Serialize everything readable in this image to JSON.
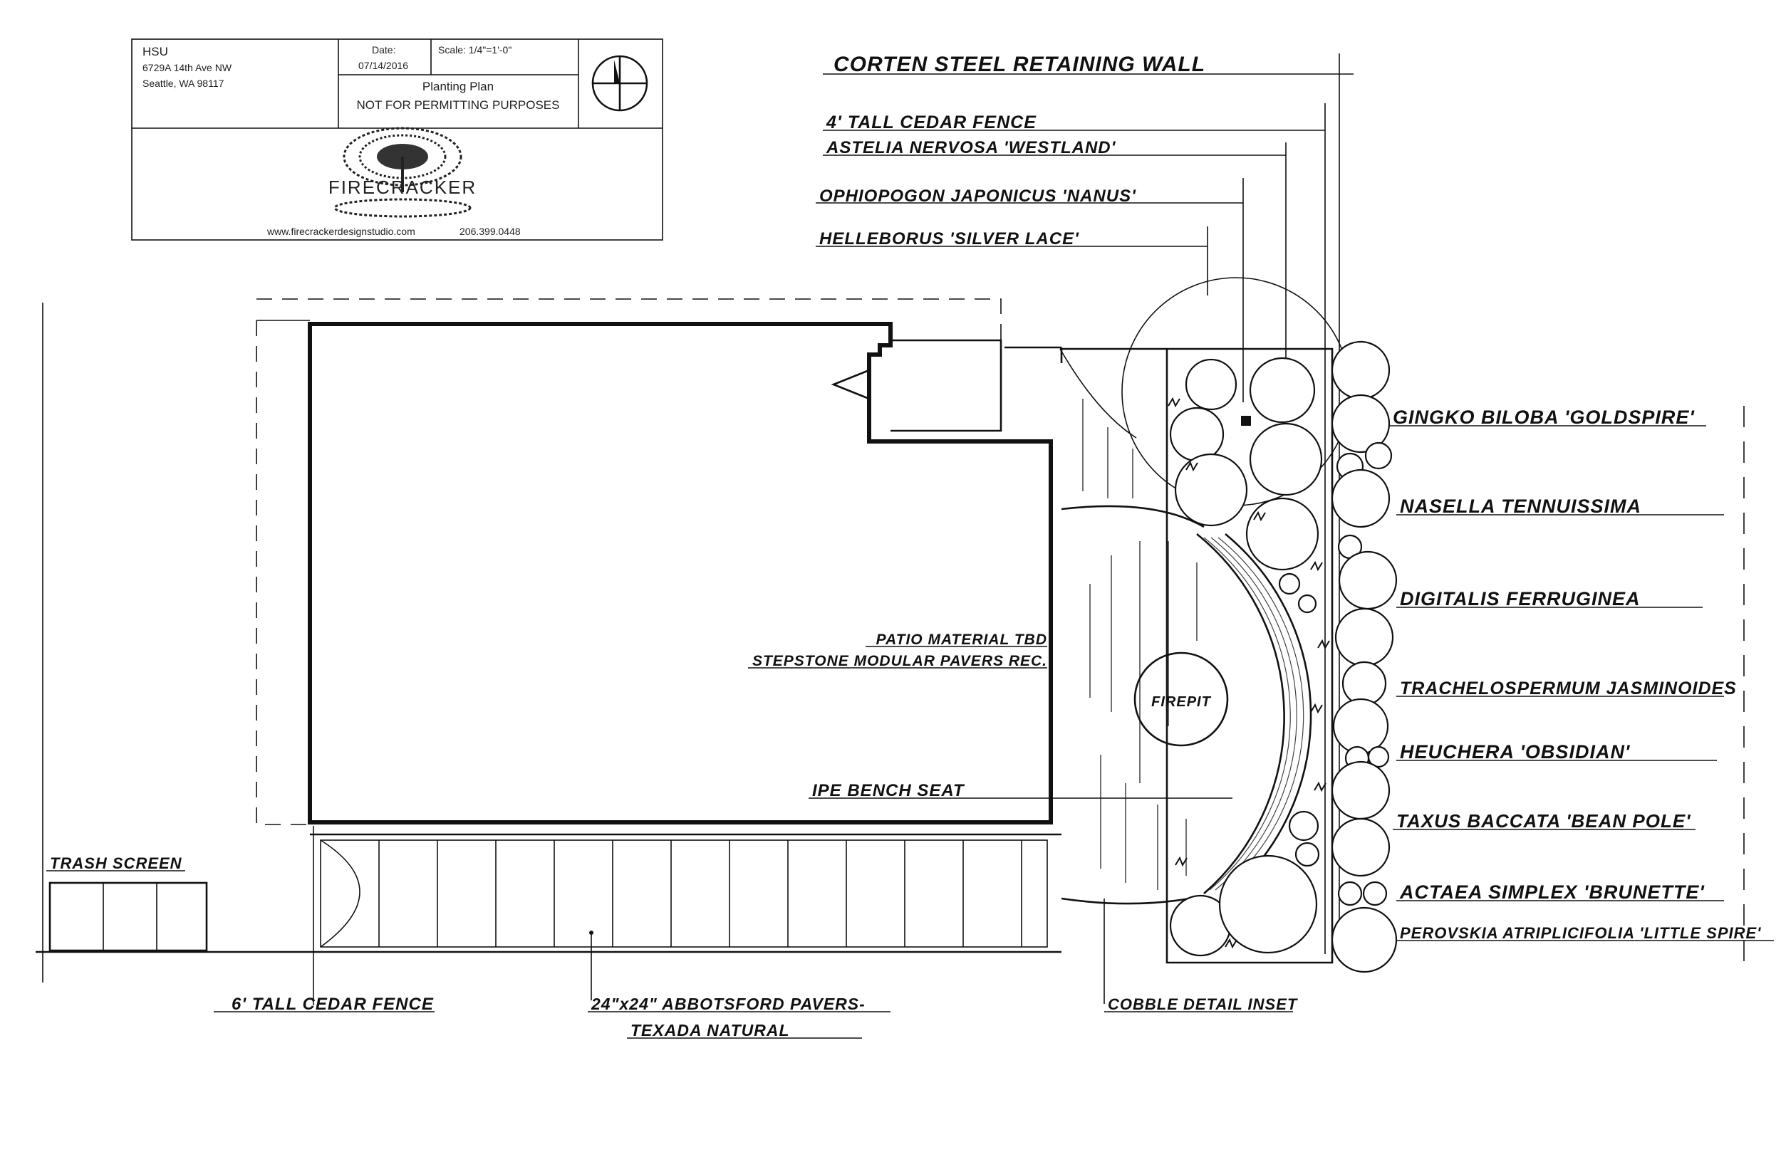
{
  "title_block": {
    "client": "HSU",
    "address_line1": "6729A 14th Ave NW",
    "address_line2": "Seattle, WA 98117",
    "date_label": "Date:",
    "date_value": "07/14/2016",
    "scale": "Scale: 1/4\"=1'-0\"",
    "plan_title": "Planting Plan",
    "plan_note": "NOT FOR PERMITTING PURPOSES",
    "brand": "FIRECRACKER",
    "website": "www.firecrackerdesignstudio.com",
    "phone": "206.399.0448"
  },
  "top_labels": [
    "CORTEN STEEL RETAINING WALL",
    "4' TALL CEDAR FENCE",
    "ASTELIA NERVOSA 'WESTLAND'",
    "OPHIOPOGON JAPONICUS 'NANUS'",
    "HELLEBORUS 'SILVER LACE'"
  ],
  "plant_labels": [
    "GINGKO BILOBA 'GOLDSPIRE'",
    "NASELLA TENNUISSIMA",
    "DIGITALIS FERRUGINEA",
    "TRACHELOSPERMUM JASMINOIDES",
    "HEUCHERA 'OBSIDIAN'",
    "TAXUS BACCATA 'BEAN POLE'",
    "ACTAEA SIMPLEX 'BRUNETTE'",
    "PEROVSKIA ATRIPLICIFOLIA 'LITTLE SPIRE'"
  ],
  "plan_labels": {
    "patio_material": "PATIO MATERIAL TBD",
    "stepstone": "STEPSTONE MODULAR PAVERS REC.",
    "firepit": "FIREPIT",
    "ipe_bench": "IPE BENCH SEAT",
    "trash_screen": "TRASH SCREEN"
  },
  "bottom_labels": {
    "cedar_fence": "6' TALL CEDAR FENCE",
    "pavers_line1": "24\"x24\" ABBOTSFORD PAVERS-",
    "pavers_line2": "TEXADA NATURAL",
    "cobble": "COBBLE DETAIL INSET"
  }
}
